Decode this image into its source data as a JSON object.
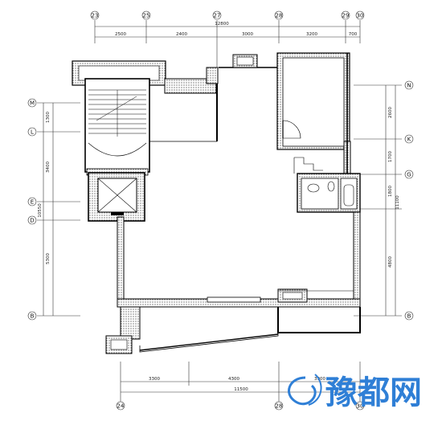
{
  "grid_top": [
    "23",
    "25",
    "27",
    "28",
    "29",
    "30"
  ],
  "grid_bottom": [
    "24",
    "28",
    "30"
  ],
  "grid_left": [
    "M",
    "L",
    "E",
    "D",
    "B"
  ],
  "grid_right": [
    "N",
    "K",
    "G",
    "B"
  ],
  "dims": {
    "top_total": "12800",
    "top_segments": [
      "2500",
      "2400",
      "3000",
      "3200",
      "700"
    ],
    "left_segments": [
      "1300",
      "3400",
      "5300"
    ],
    "left_total": "10550",
    "right_segments": [
      "2600",
      "1700",
      "1800",
      "4800"
    ],
    "right_total": "11100",
    "bottom_segments": [
      "3300",
      "4300",
      "3900"
    ],
    "bottom_total": "11500"
  },
  "watermark": {
    "text": "豫都网",
    "color": "#2f7fd6"
  }
}
